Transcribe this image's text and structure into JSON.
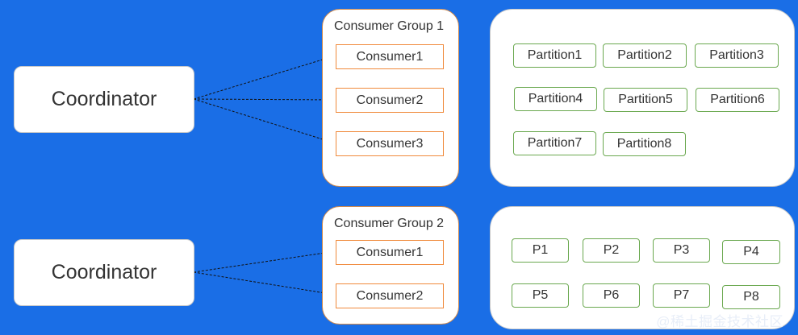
{
  "coordinators": [
    {
      "label": "Coordinator"
    },
    {
      "label": "Coordinator"
    }
  ],
  "groups": [
    {
      "title": "Consumer Group 1",
      "consumers": [
        "Consumer1",
        "Consumer2",
        "Consumer3"
      ]
    },
    {
      "title": "Consumer Group 2",
      "consumers": [
        "Consumer1",
        "Consumer2"
      ]
    }
  ],
  "partitions_top": [
    "Partition1",
    "Partition2",
    "Partition3",
    "Partition4",
    "Partition5",
    "Partition6",
    "Partition7",
    "Partition8"
  ],
  "partitions_bottom": [
    "P1",
    "P2",
    "P3",
    "P4",
    "P5",
    "P6",
    "P7",
    "P8"
  ],
  "watermark": "@稀土掘金技术社区"
}
